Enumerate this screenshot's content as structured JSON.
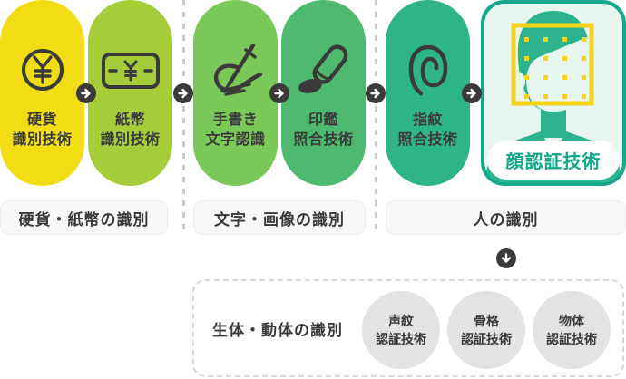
{
  "palette": {
    "coin_yellow": "#F2DC13",
    "bill_yellow_green": "#A6CD39",
    "handwriting_green": "#7AC857",
    "seal_green": "#4EBA6F",
    "fingerprint_teal": "#2DB489",
    "face_accent_teal": "#14A98B",
    "face_bg_mint": "#E9F6EF",
    "frame_yellow": "#F4D31A",
    "dark_ink": "#3A3A3A",
    "gray_circle": "#E3E3E3"
  },
  "icons": [
    "coin-icon",
    "banknote-icon",
    "handwriting-icon",
    "seal-stamp-icon",
    "fingerprint-icon",
    "face-scan-icon",
    "arrow-right-icon",
    "arrow-down-icon"
  ],
  "groups": [
    {
      "label": "硬貨・紙幣の識別",
      "capsules": [
        {
          "line1": "硬貨",
          "line2": "識別技術"
        },
        {
          "line1": "紙幣",
          "line2": "識別技術"
        }
      ]
    },
    {
      "label": "文字・画像の識別",
      "capsules": [
        {
          "line1": "手書き",
          "line2": "文字認識"
        },
        {
          "line1": "印鑑",
          "line2": "照合技術"
        }
      ]
    },
    {
      "label": "人の識別",
      "capsules": [
        {
          "line1": "指紋",
          "line2": "照合技術"
        }
      ],
      "face_card": {
        "label": "顔認証技術"
      }
    }
  ],
  "bottom_box": {
    "label": "生体・動体の識別",
    "circles": [
      {
        "line1": "声紋",
        "line2": "認証技術"
      },
      {
        "line1": "骨格",
        "line2": "認証技術"
      },
      {
        "line1": "物体",
        "line2": "認証技術"
      }
    ]
  }
}
